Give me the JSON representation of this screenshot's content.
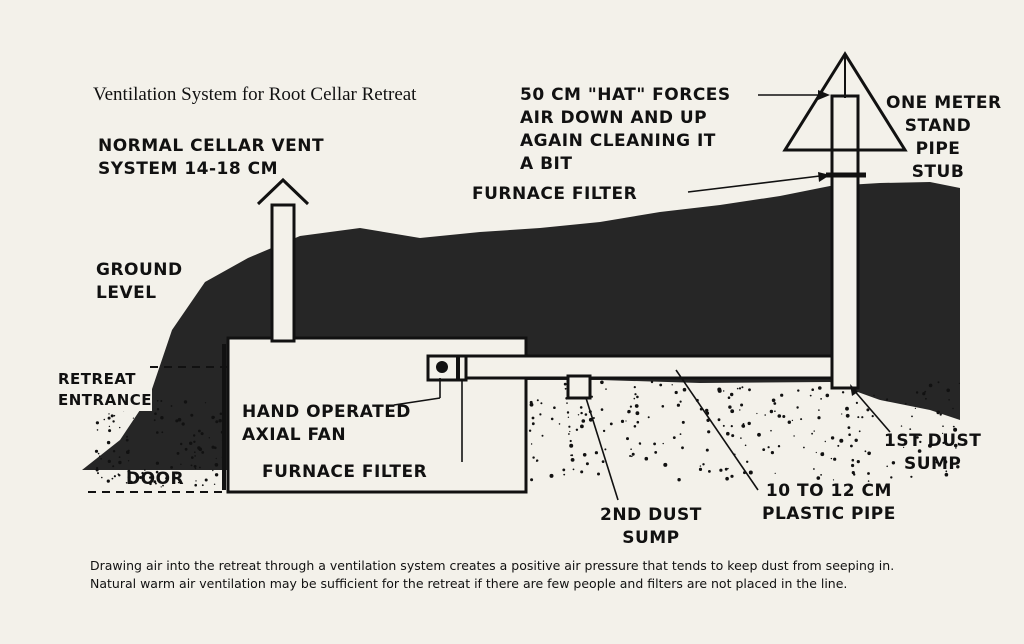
{
  "title": "Ventilation System for Root Cellar Retreat",
  "labels": {
    "normal_vent": [
      "NORMAL CELLAR VENT",
      "SYSTEM 14-18 CM"
    ],
    "hat": [
      "50 CM \"HAT\" FORCES",
      "AIR DOWN AND UP",
      "AGAIN CLEANING IT",
      "A BIT"
    ],
    "stand_pipe": [
      "ONE METER",
      "STAND",
      "PIPE",
      "STUB"
    ],
    "furnace_filter_top": "FURNACE FILTER",
    "ground_level": [
      "GROUND",
      "LEVEL"
    ],
    "retreat_entrance": [
      "RETREAT",
      "ENTRANCE"
    ],
    "door": "DOOR",
    "fan": [
      "HAND OPERATED",
      "AXIAL FAN"
    ],
    "furnace_filter_bottom": "FURNACE FILTER",
    "dust_sump_1": [
      "1ST DUST",
      "SUMP"
    ],
    "dust_sump_2": [
      "2ND DUST",
      "SUMP"
    ],
    "plastic_pipe": [
      "10 TO 12 CM",
      "PLASTIC PIPE"
    ]
  },
  "caption": [
    "Drawing air into the retreat through a ventilation system creates a positive air pressure that tends to keep dust from seeping in.",
    "Natural warm air ventilation may be sufficient for the retreat if there are few people and filters are not placed in the line."
  ],
  "colors": {
    "paper": "#f3f1ea",
    "ink": "#111111"
  }
}
